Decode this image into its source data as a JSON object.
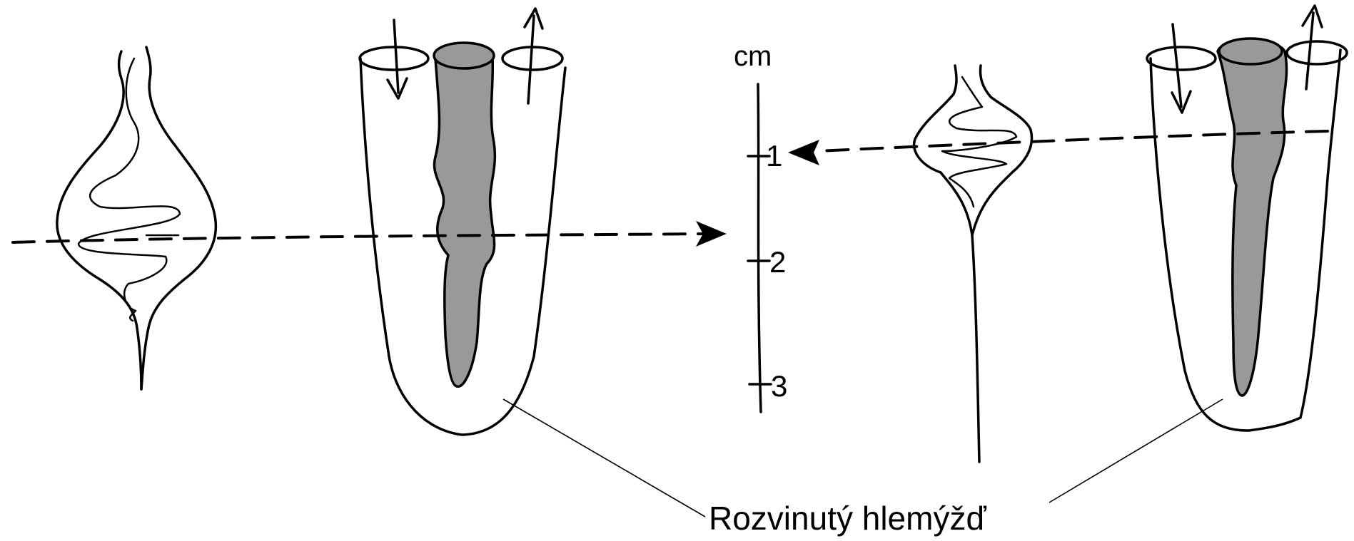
{
  "scale": {
    "unit": "cm",
    "ticks": [
      "1",
      "2",
      "3"
    ]
  },
  "caption": "Rozvinutý hlemýžď",
  "colors": {
    "ink": "#000000",
    "core_fill": "#999999",
    "background": "#ffffff"
  }
}
